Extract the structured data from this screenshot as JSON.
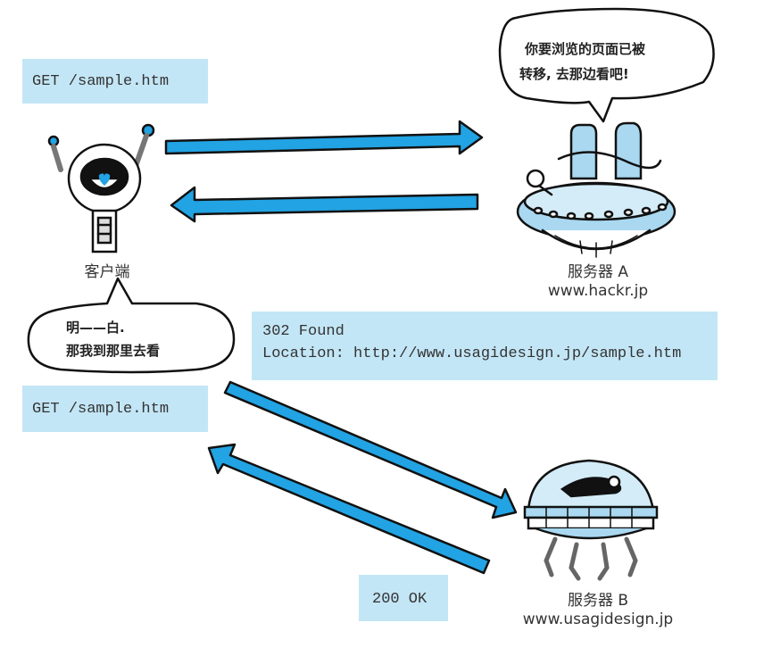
{
  "requests": {
    "first": "GET /sample.htm",
    "second": "GET /sample.htm"
  },
  "redirect_response": {
    "status": "302 Found",
    "location": "Location: http://www.usagidesign.jp/sample.htm"
  },
  "final_response": {
    "status": "200 OK"
  },
  "client": {
    "label": "客户端",
    "speech_line1": "明——白.",
    "speech_line2": "那我到那里去看"
  },
  "server_a": {
    "label": "服务器 A",
    "host": "www.hackr.jp",
    "speech_line1": "你要浏览的页面已被",
    "speech_line2": "转移, 去那边看吧!"
  },
  "server_b": {
    "label": "服务器 B",
    "host": "www.usagidesign.jp"
  },
  "colors": {
    "arrow": "#22a3e3",
    "box": "#c3e6f6",
    "light_blue": "#a9d8f0"
  }
}
